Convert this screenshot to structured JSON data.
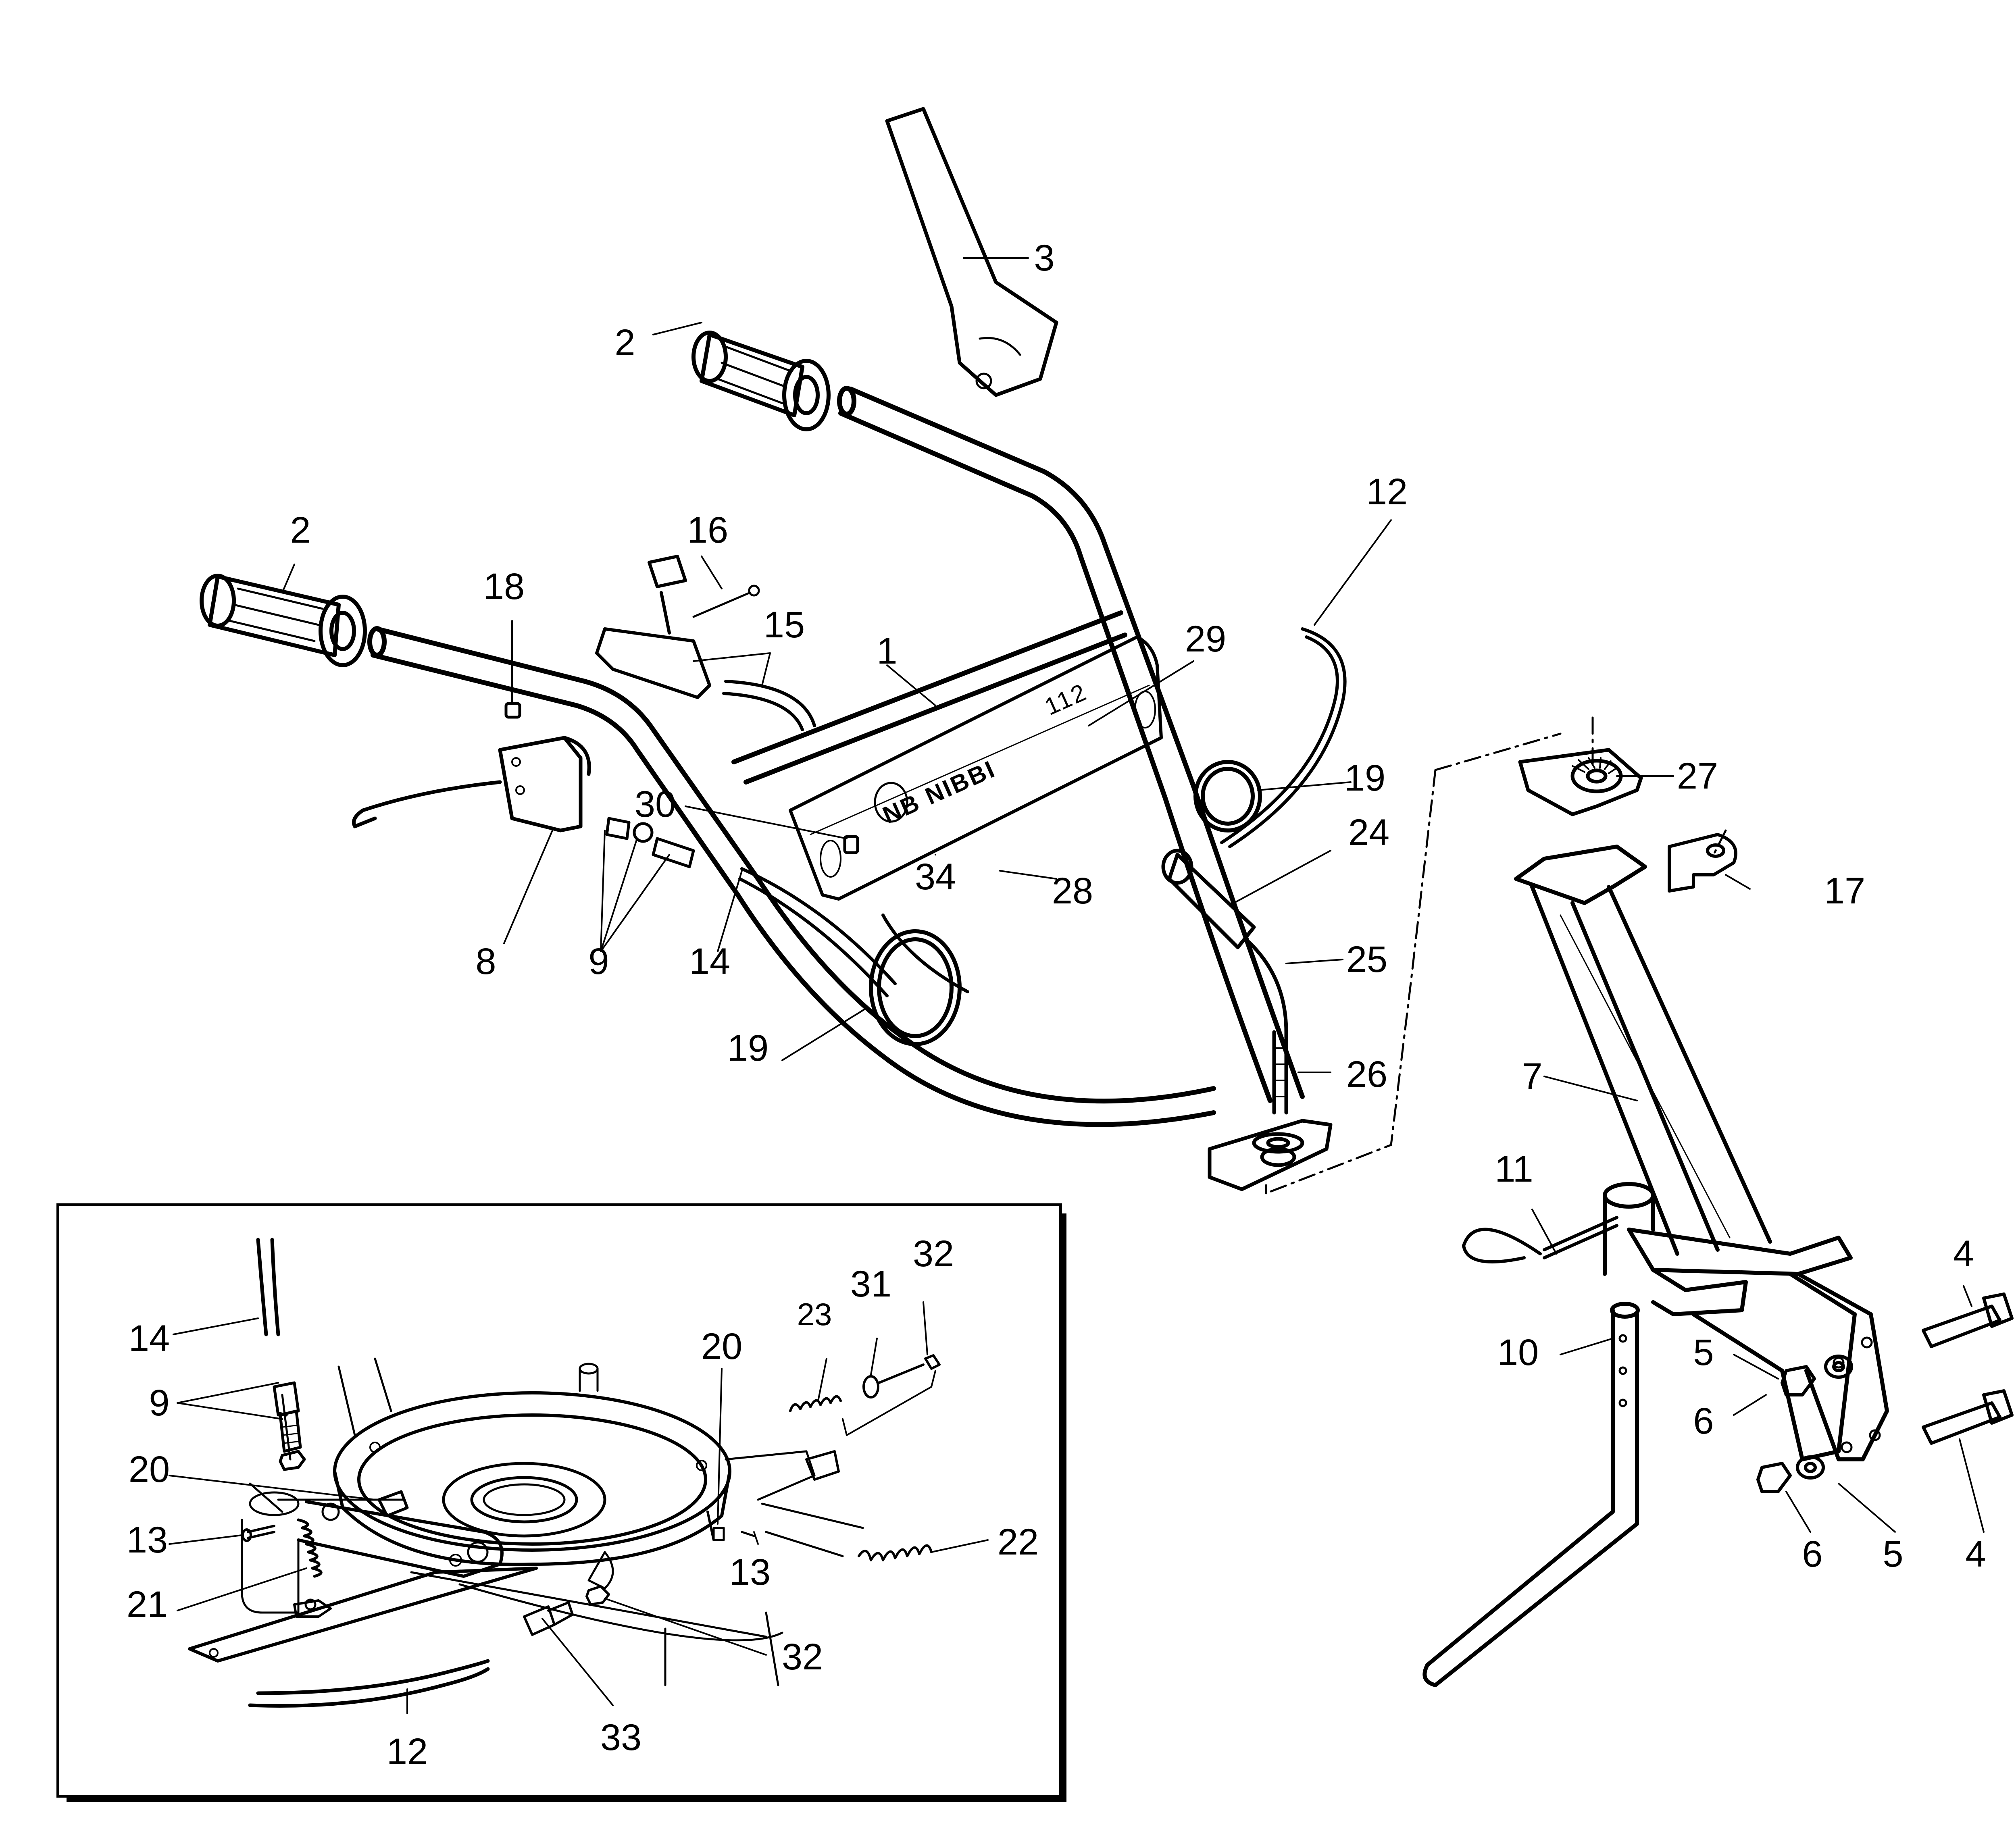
{
  "diagram": {
    "type": "exploded-parts-diagram",
    "subject": "handlebar assembly",
    "ink_color": "#000000",
    "background_color": "#ffffff",
    "logo_text": "NIBBI",
    "logo_badge": "NB",
    "model_text": "112"
  },
  "main_view": {
    "callouts": [
      {
        "id": "c3",
        "label": "3",
        "part": "lever-arm"
      },
      {
        "id": "c2a",
        "label": "2",
        "part": "grip"
      },
      {
        "id": "c2b",
        "label": "2",
        "part": "grip"
      },
      {
        "id": "c12",
        "label": "12",
        "part": "cable"
      },
      {
        "id": "c16",
        "label": "16",
        "part": "screw"
      },
      {
        "id": "c18",
        "label": "18",
        "part": "nut"
      },
      {
        "id": "c15",
        "label": "15",
        "part": "throttle-control"
      },
      {
        "id": "c1",
        "label": "1",
        "part": "handlebar-frame"
      },
      {
        "id": "c29",
        "label": "29",
        "part": "decal-112"
      },
      {
        "id": "c19a",
        "label": "19",
        "part": "cable-clamp"
      },
      {
        "id": "c27",
        "label": "27",
        "part": "ratchet-plate"
      },
      {
        "id": "c30",
        "label": "30",
        "part": "screw"
      },
      {
        "id": "c24",
        "label": "24",
        "part": "sleeve"
      },
      {
        "id": "c17",
        "label": "17",
        "part": "clip"
      },
      {
        "id": "c34",
        "label": "34",
        "part": "logo-decal"
      },
      {
        "id": "c28",
        "label": "28",
        "part": "cover-panel"
      },
      {
        "id": "c8",
        "label": "8",
        "part": "brake-lever"
      },
      {
        "id": "c9",
        "label": "9",
        "part": "adjuster"
      },
      {
        "id": "c14",
        "label": "14",
        "part": "cable"
      },
      {
        "id": "c25",
        "label": "25",
        "part": "threaded-rod"
      },
      {
        "id": "c19b",
        "label": "19",
        "part": "cable-clamp"
      },
      {
        "id": "c26",
        "label": "26",
        "part": "washer"
      },
      {
        "id": "c7",
        "label": "7",
        "part": "column"
      },
      {
        "id": "c11",
        "label": "11",
        "part": "pin"
      },
      {
        "id": "c4a",
        "label": "4",
        "part": "bolt"
      },
      {
        "id": "c10",
        "label": "10",
        "part": "support-bar"
      },
      {
        "id": "c5a",
        "label": "5",
        "part": "washer"
      },
      {
        "id": "c6a",
        "label": "6",
        "part": "nut"
      },
      {
        "id": "c6b",
        "label": "6",
        "part": "nut"
      },
      {
        "id": "c5b",
        "label": "5",
        "part": "washer"
      },
      {
        "id": "c4b",
        "label": "4",
        "part": "bolt"
      }
    ]
  },
  "inset_view": {
    "callouts": [
      {
        "id": "i32a",
        "label": "32"
      },
      {
        "id": "i31",
        "label": "31"
      },
      {
        "id": "i23",
        "label": "23"
      },
      {
        "id": "i20a",
        "label": "20"
      },
      {
        "id": "i14",
        "label": "14"
      },
      {
        "id": "i9",
        "label": "9"
      },
      {
        "id": "i20b",
        "label": "20"
      },
      {
        "id": "i13a",
        "label": "13"
      },
      {
        "id": "i22",
        "label": "22"
      },
      {
        "id": "i21",
        "label": "21"
      },
      {
        "id": "i13b",
        "label": "13"
      },
      {
        "id": "i32b",
        "label": "32"
      },
      {
        "id": "i33",
        "label": "33"
      },
      {
        "id": "i12",
        "label": "12"
      }
    ]
  }
}
